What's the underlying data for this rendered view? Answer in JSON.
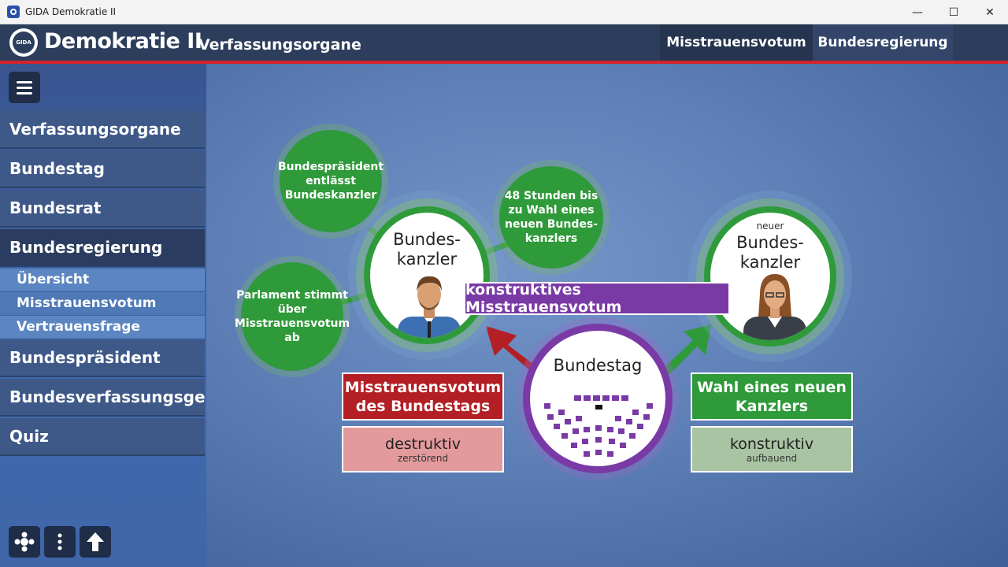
{
  "window": {
    "title": "GIDA Demokratie II",
    "minimize": "—",
    "maximize": "☐",
    "close": "✕"
  },
  "header": {
    "logo_text": "GIDA",
    "brand": "Demokratie II",
    "section": "Verfassungsorgane",
    "tabs": [
      "Misstrauensvotum",
      "Bundesregierung"
    ]
  },
  "sidebar": {
    "items": [
      "Verfassungsorgane",
      "Bundestag",
      "Bundesrat",
      "Bundesregierung"
    ],
    "subitems": [
      "Übersicht",
      "Misstrauensvotum",
      "Vertrauensfrage"
    ],
    "items_after": [
      "Bundespräsident",
      "Bundesverfassungsgericht",
      "Quiz"
    ],
    "active_item": "Bundesregierung",
    "active_subitem": "Misstrauensvotum",
    "tools": [
      "move-icon",
      "more-icon",
      "arrow-up-icon"
    ]
  },
  "diagram": {
    "bubble_top": "Bundespräsident entlässt Bundeskanzler",
    "bubble_left": "Parlament stimmt über Misstrauensvotum ab",
    "bubble_right": "48 Stunden bis zu Wahl eines neuen Bundes- kanzlers",
    "kanzler_label": "Bundes- kanzler",
    "neuer_small": "neuer",
    "neuer_label": "Bundes- kanzler",
    "purple_bar": "konstruktives Misstrauensvotum",
    "bundestag": "Bundestag",
    "red_box": "Misstrauensvotum des Bundestags",
    "pink_big": "destruktiv",
    "pink_small": "zerstörend",
    "green_box": "Wahl eines neuen Kanzlers",
    "lg_big": "konstruktiv",
    "lg_small": "aufbauend",
    "colors": {
      "green": "#2f9a3a",
      "purple": "#7a3aa6",
      "red": "#b31f24",
      "pink": "#e39a9c",
      "light_green": "#a8c4a2"
    }
  }
}
